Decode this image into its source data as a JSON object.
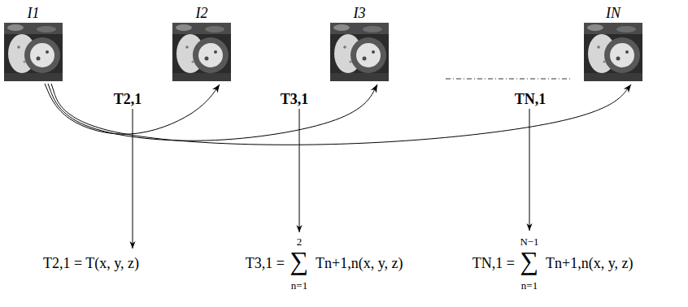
{
  "diagram": {
    "nodes": [
      {
        "text": [
          "I1"
        ]
      },
      {
        "text": [
          "I2"
        ]
      },
      {
        "text": [
          "I3"
        ]
      },
      {
        "text": [
          "IN"
        ]
      }
    ],
    "edges": [
      {
        "from": 0,
        "to": 1,
        "arrow": "to",
        "label": "T2,1"
      },
      {
        "from": 0,
        "to": 2,
        "arrow": "to",
        "label": "T3,1"
      },
      {
        "from": 0,
        "to": 3,
        "arrow": "to",
        "label": "TN,1"
      }
    ],
    "labels": [
      "T2,1 = T(x, y, z)",
      "T3,1 =",
      "∑",
      "2",
      "n=1",
      "Tn+1,n(x, y, z)",
      "TN,1 =",
      "∑",
      "N−1",
      "n=1",
      "Tn+1,n(x, y, z)"
    ]
  }
}
